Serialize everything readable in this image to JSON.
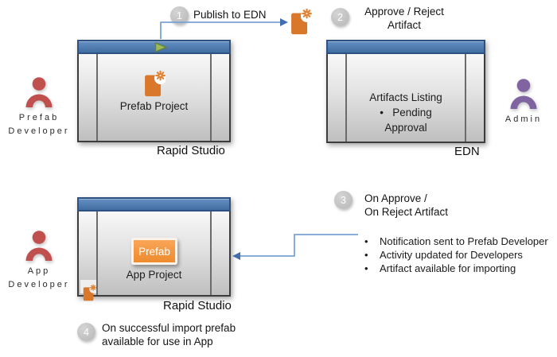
{
  "actors": {
    "prefab_developer": {
      "line1": "Prefab",
      "line2": "Developer",
      "color": "#c0504d"
    },
    "admin": {
      "line1": "Admin",
      "color": "#8064a2"
    },
    "app_developer": {
      "line1": "App",
      "line2": "Developer",
      "color": "#c0504d"
    }
  },
  "steps": {
    "s1": {
      "num": "1",
      "label": "Publish to EDN"
    },
    "s2": {
      "num": "2",
      "line1": "Approve / Reject",
      "line2": "Artifact"
    },
    "s3": {
      "num": "3",
      "line1": "On Approve /",
      "line2": "On Reject Artifact"
    },
    "s4": {
      "num": "4",
      "line1": "On successful import prefab",
      "line2": "available for use in App"
    }
  },
  "windows": {
    "studio_top": {
      "project": "Prefab Project",
      "caption": "Rapid Studio"
    },
    "edn": {
      "heading": "Artifacts Listing",
      "bullet": "•",
      "item_line1": "Pending",
      "item_line2": "Approval",
      "caption": "EDN"
    },
    "studio_bottom": {
      "button": "Prefab",
      "project": "App Project",
      "caption": "Rapid Studio"
    }
  },
  "notes": {
    "bullet": "•",
    "items": [
      "Notification sent to Prefab Developer",
      "Activity updated for Developers",
      "Artifact available for importing"
    ]
  },
  "icons": {
    "play": "green play triangle",
    "artifact": "orange new-document with starburst",
    "person": "person silhouette"
  },
  "colors": {
    "titlebar_blue": "#4f81bd",
    "titlebar_border": "#2d5180",
    "connector_blue": "#7aa3d4",
    "arrowhead_blue": "#3f6fae",
    "artifact_orange": "#d9772a",
    "prefab_button_orange": "#f0913a",
    "developer_red": "#c0504d",
    "admin_purple": "#8064a2",
    "step_circle_gray": "#bfbfbf",
    "play_green": "#9bbb59"
  }
}
